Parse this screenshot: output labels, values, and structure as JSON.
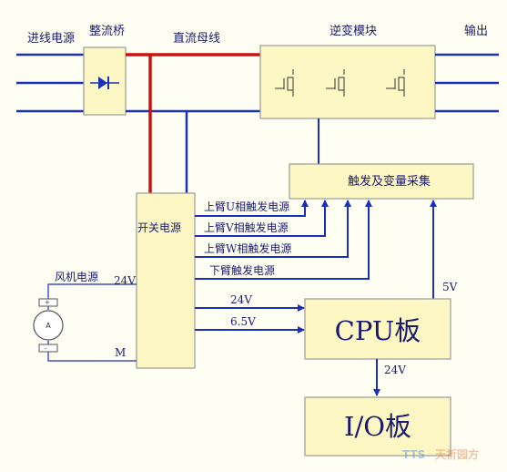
{
  "labels": {
    "input_power": "进线电源",
    "rectifier": "整流桥",
    "dc_bus": "直流母线",
    "inverter": "逆变模块",
    "output": "输出",
    "trigger_sampling": "触发及变量采集",
    "switching_power": "开关电源",
    "upper_u": "上臂U相触发电源",
    "upper_v": "上臂V相触发电源",
    "upper_w": "上臂W相触发电源",
    "lower": "下臂触发电源",
    "fan_power": "风机电源",
    "fan_v": "24V",
    "fan_m": "M",
    "cpu_24v": "24V",
    "cpu_65v": "6.5V",
    "cpu_5v": "5V",
    "cpu_board": "CPU板",
    "io_24v": "24V",
    "io_board": "I/O板",
    "watermark_sym": "TTS",
    "watermark_text": "天祈园方"
  },
  "colors": {
    "box_fill": "#fdf7c3",
    "box_stroke": "#9a9a9a",
    "blue": "#1c2fb8",
    "red": "#cc1111",
    "text": "#1a1a6e"
  }
}
